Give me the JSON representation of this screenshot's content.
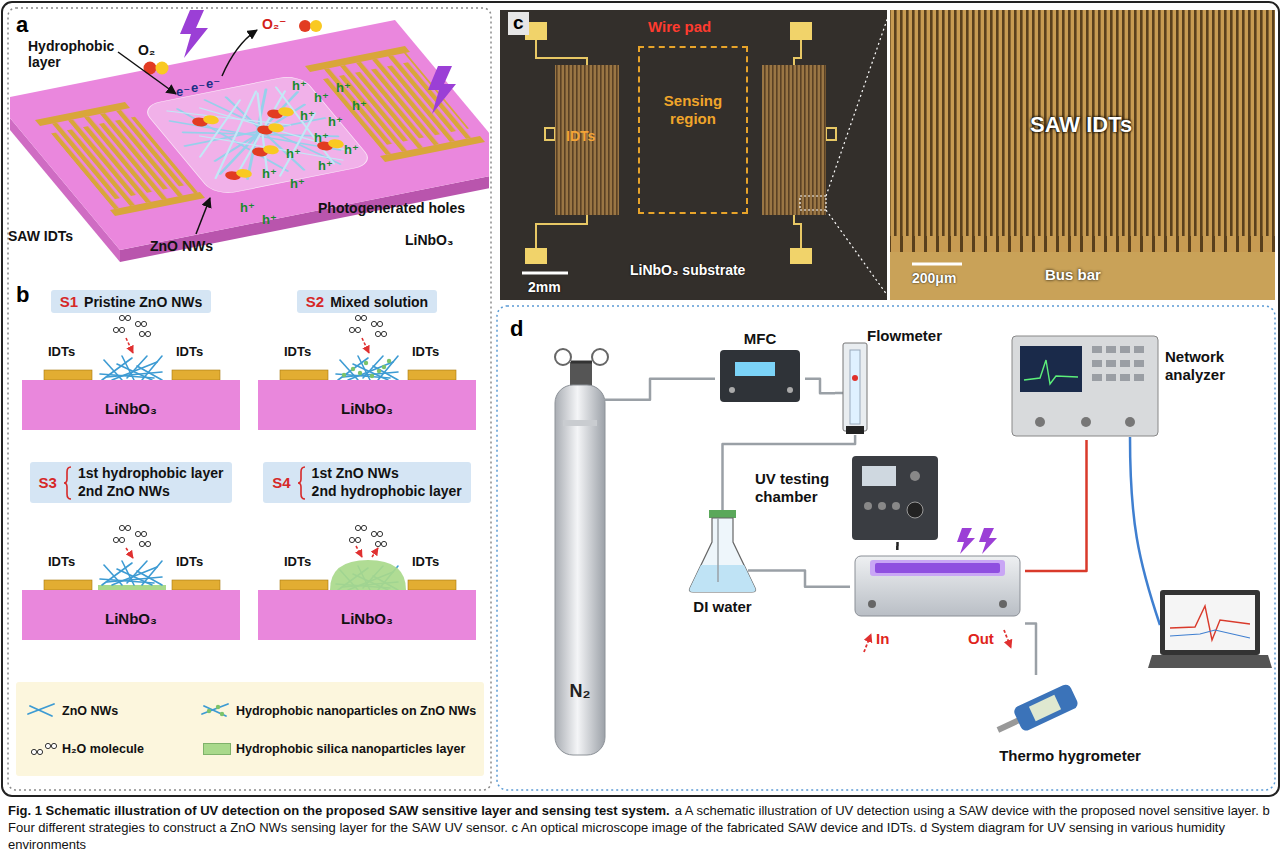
{
  "diagram": {
    "title": "Fig. 1 Schematic illustration of UV detection on the proposed SAW sensitive layer and sensing test system.",
    "caption": "a A schematic illustration of UV detection using a SAW device with the proposed novel sensitive layer. b Four different strategies to construct a ZnO NWs sensing layer for the SAW UV sensor. c An optical microscope image of the fabricated SAW device and IDTs. d System diagram for UV sensing in various humidity environments",
    "nodes": [
      {
        "text": [
          "S1",
          "Pristine ZnO NWs"
        ]
      },
      {
        "text": [
          "S2",
          "Mixed solution"
        ]
      },
      {
        "text": [
          "S3",
          "1st hydrophobic layer",
          "2nd ZnO NWs"
        ]
      },
      {
        "text": [
          "S4",
          "1st ZnO NWs",
          "2nd hydrophobic layer"
        ]
      },
      {
        "text": [
          "LiNbO₃"
        ]
      },
      {
        "text": [
          "LiNbO₃"
        ]
      },
      {
        "text": [
          "LiNbO₃"
        ]
      },
      {
        "text": [
          "LiNbO₃"
        ]
      },
      {
        "text": [
          "Sensing region"
        ]
      },
      {
        "text": [
          "N₂"
        ]
      },
      {
        "text": [
          "MFC"
        ]
      },
      {
        "text": [
          "Flowmeter"
        ]
      },
      {
        "text": [
          "Network analyzer"
        ]
      },
      {
        "text": [
          "DI water"
        ]
      },
      {
        "text": [
          "UV testing chamber"
        ]
      },
      {
        "text": [
          "In",
          "Out"
        ]
      },
      {
        "text": [
          "Thermo hygrometer"
        ]
      }
    ],
    "edges": [
      {
        "from": 9,
        "to": 10,
        "arrow": "none"
      },
      {
        "from": 10,
        "to": 11,
        "arrow": "none"
      },
      {
        "from": 11,
        "to": 13,
        "arrow": "none"
      },
      {
        "from": 13,
        "to": 15,
        "arrow": "none"
      },
      {
        "from": 15,
        "to": 16,
        "arrow": "none"
      },
      {
        "from": 14,
        "to": 15,
        "arrow": "none"
      },
      {
        "from": 12,
        "to": 15,
        "arrow": "none"
      }
    ],
    "labels": [
      "a",
      "Hydrophobic layer",
      "O₂",
      "e⁻",
      "e⁻",
      "e⁻",
      "O₂⁻",
      "h⁺",
      "h⁺",
      "h⁺",
      "h⁺",
      "h⁺",
      "h⁺",
      "h⁺",
      "h⁺",
      "h⁺",
      "h⁺",
      "h⁺",
      "h⁺",
      "h⁺",
      "h⁺",
      "SAW IDTs",
      "ZnO NWs",
      "Photogenerated holes",
      "LiNbO₃",
      "b",
      "IDTs",
      "IDTs",
      "IDTs",
      "IDTs",
      "IDTs",
      "IDTs",
      "IDTs",
      "IDTs",
      "c",
      "Wire pad",
      "IDTs",
      "2mm",
      "LiNbO₃ substrate",
      "SAW IDTs",
      "200μm",
      "Bus bar",
      "d"
    ],
    "legend": [
      {
        "text": "ZnO NWs"
      },
      {
        "text": "Hydrophobic nanoparticles on ZnO NWs"
      },
      {
        "text": "H₂O molecule"
      },
      {
        "text": "Hydrophobic silica nanoparticles layer",
        "color": "#a9d98b"
      }
    ]
  }
}
